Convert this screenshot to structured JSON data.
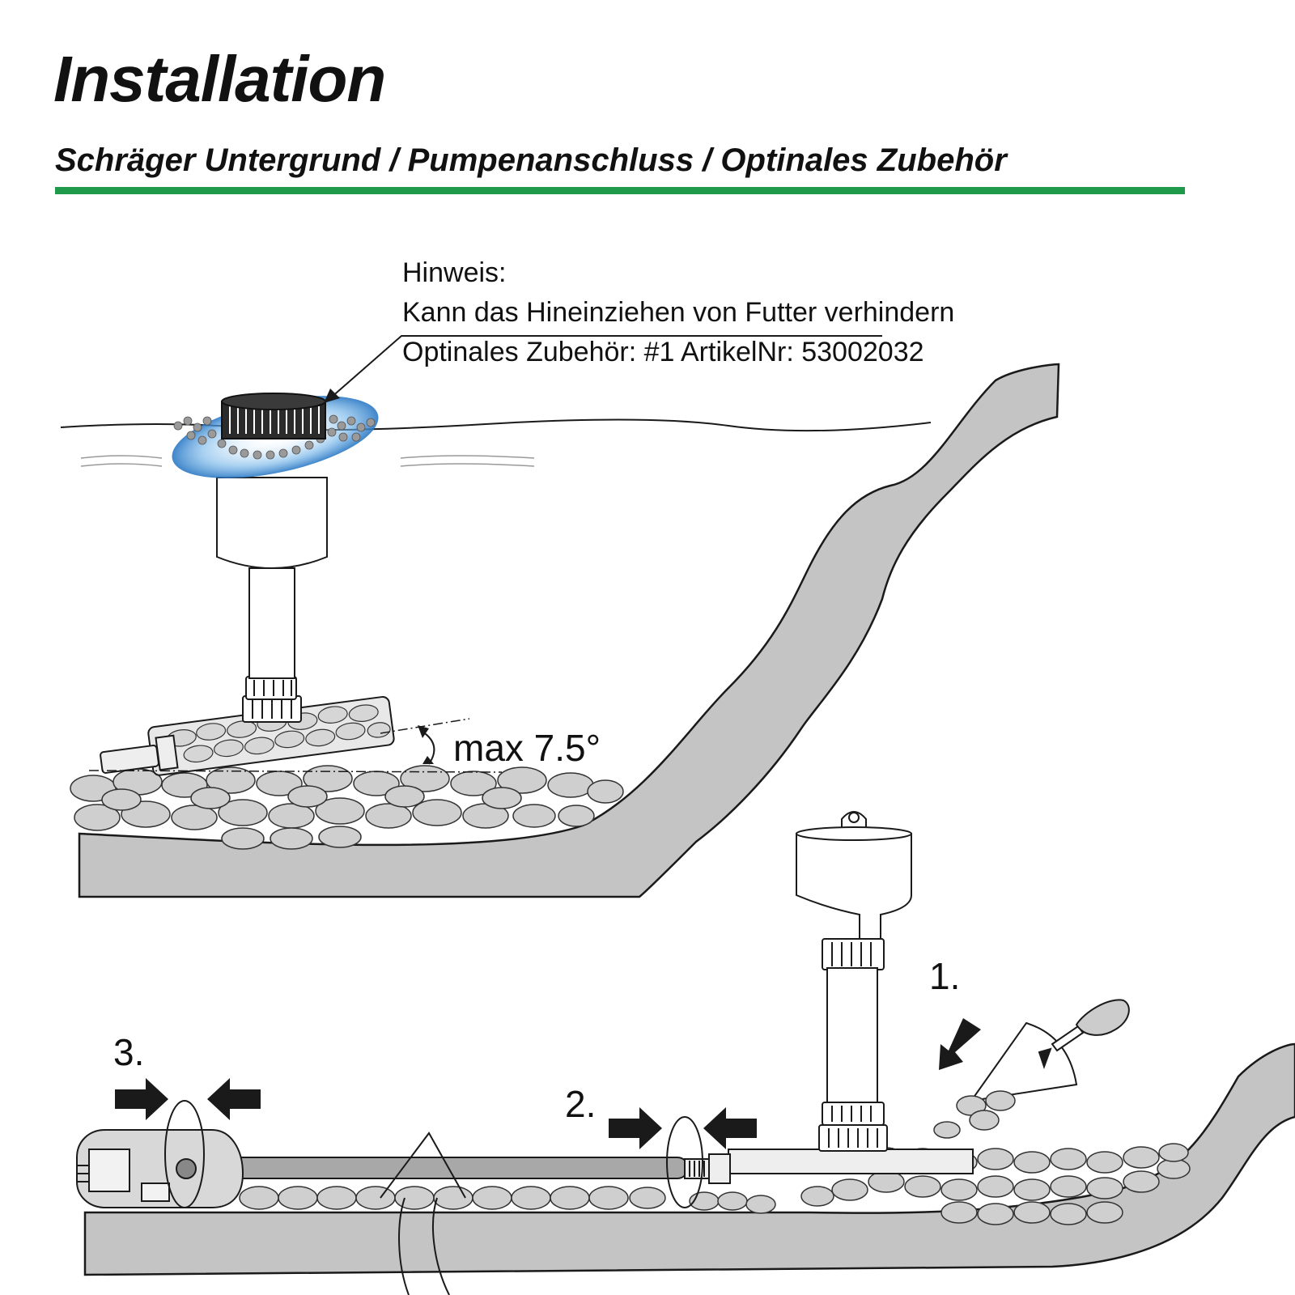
{
  "header": {
    "title": "Installation",
    "subtitle": "Schräger Untergrund / Pumpenanschluss / Optinales Zubehör",
    "accent_color": "#1f9a4a"
  },
  "note": {
    "line1": "Hinweis:",
    "line2": "Kann das Hineinziehen von Futter verhindern",
    "line3": "Optinales Zubehör: #1 ArtikelNr: 53002032"
  },
  "angle_label": "max 7.5°",
  "steps": {
    "step1": "1.",
    "step2": "2.",
    "step3": "3."
  },
  "colors": {
    "ground": "#c4c4c4",
    "stone": "#cfcfcf",
    "line": "#1a1a1a",
    "water_splash": "#3a8fd6"
  },
  "icons": [
    "floating-skimmer-icon",
    "trowel-icon",
    "pump-icon",
    "arrow-icon",
    "stones-icon"
  ]
}
